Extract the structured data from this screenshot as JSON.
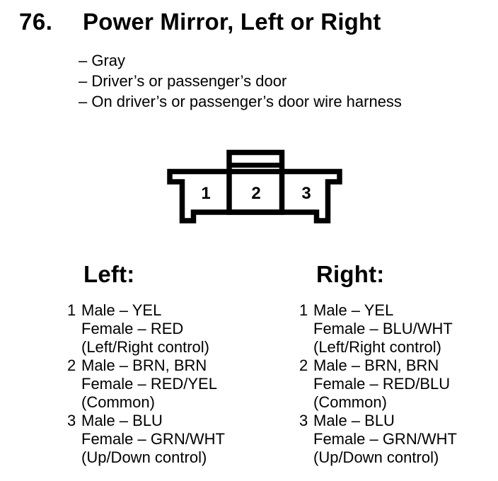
{
  "page": {
    "number": "76.",
    "title": "Power Mirror, Left or Right",
    "bullets": [
      "– Gray",
      "– Driver’s or passenger’s door",
      "– On driver’s or passenger’s door wire harness"
    ]
  },
  "connector": {
    "description": "3-pin connector front view with top latch",
    "pins": [
      "1",
      "2",
      "3"
    ]
  },
  "columns": [
    {
      "heading": "Left:",
      "entries": [
        {
          "pin": "1",
          "lines": [
            "Male – YEL",
            "Female – RED",
            "(Left/Right control)"
          ]
        },
        {
          "pin": "2",
          "lines": [
            "Male – BRN, BRN",
            "Female – RED/YEL",
            "(Common)"
          ]
        },
        {
          "pin": "3",
          "lines": [
            "Male – BLU",
            "Female – GRN/WHT",
            "(Up/Down control)"
          ]
        }
      ]
    },
    {
      "heading": "Right:",
      "entries": [
        {
          "pin": "1",
          "lines": [
            "Male – YEL",
            "Female – BLU/WHT",
            "(Left/Right control)"
          ]
        },
        {
          "pin": "2",
          "lines": [
            "Male – BRN, BRN",
            "Female – RED/BLU",
            "(Common)"
          ]
        },
        {
          "pin": "3",
          "lines": [
            "Male – BLU",
            "Female – GRN/WHT",
            "(Up/Down control)"
          ]
        }
      ]
    }
  ],
  "colors": {
    "ink": "#000000",
    "background": "#ffffff"
  }
}
